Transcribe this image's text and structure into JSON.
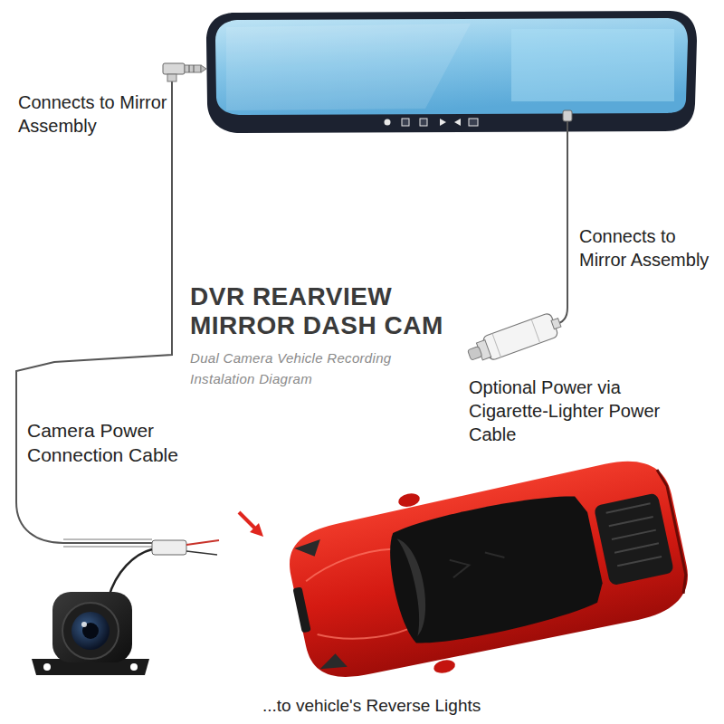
{
  "diagram": {
    "title": "DVR REARVIEW MIRROR DASH CAM",
    "labels": [
      "Connects to Mirror Assembly",
      "Connects to Mirror Assembly",
      "Dual Camera Vehicle Recording Instalation Diagram",
      "Optional Power via Cigarette-Lighter Power Cable",
      "Camera Power Connection Cable",
      "...to vehicle's Reverse Lights"
    ]
  }
}
